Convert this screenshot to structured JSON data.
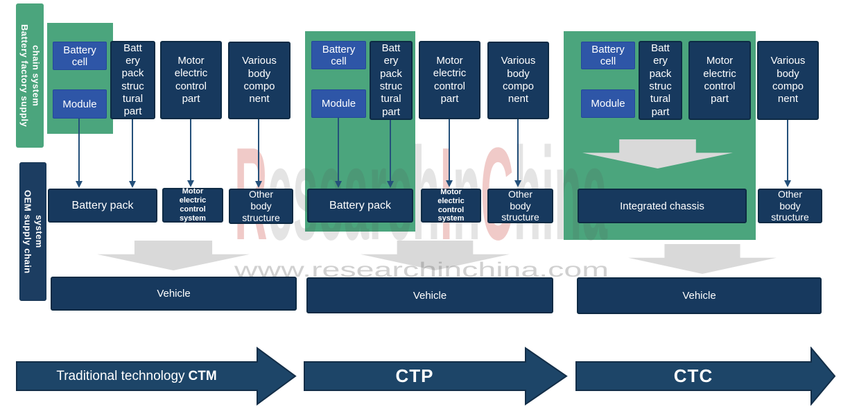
{
  "sidebar": {
    "battery_factory": "Battery factory supply\nchain system",
    "oem": "OEM supply chain\nsystem"
  },
  "labels": {
    "battery_cell": "Battery\ncell",
    "module": "Module",
    "pack_structural": "Batt\nery\npack\nstruc\ntural\npart",
    "motor_part": "Motor\nelectric\ncontrol\npart",
    "various_body": "Various\nbody\ncompo\nnent",
    "battery_pack": "Battery pack",
    "motor_system": "Motor\nelectric\ncontrol\nsystem",
    "other_body": "Other\nbody\nstructure",
    "integrated_chassis": "Integrated chassis",
    "vehicle": "Vehicle"
  },
  "bottom_arrows": {
    "ctm_prefix": "Traditional technology",
    "ctm_bold": "CTM",
    "ctp": "CTP",
    "ctc": "CTC"
  },
  "watermark": {
    "r1": "R",
    "g1": "esearch",
    "r2": "I",
    "g2": "n",
    "r3": "C",
    "g3": "hina",
    "url": "www.researchinchina.com"
  },
  "colors": {
    "green": "#4ba57d",
    "blue_box": "#2e56a7",
    "navy_box": "#17395e",
    "big_arrow": "#1d4568",
    "gray_arrow": "#d9d9d9",
    "watermark_red": "rgba(198,60,50,0.27)",
    "watermark_gray": "rgba(90,90,90,0.16)"
  }
}
